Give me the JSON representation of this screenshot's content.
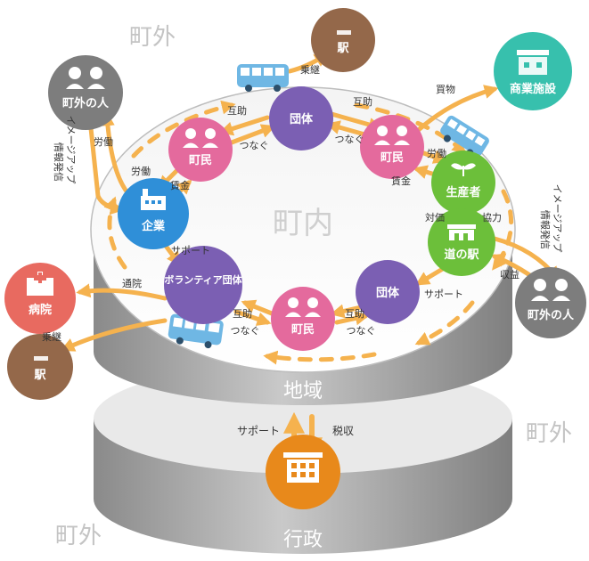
{
  "regions": {
    "outside_top": "町外",
    "outside_right": "町外",
    "outside_bottom": "町外",
    "inside": "町内",
    "community_layer": "地域",
    "government_layer": "行政"
  },
  "nodes": {
    "station_top": "駅",
    "station_bottom": "駅",
    "shopping": "商業施設",
    "outsider_left": "町外の人",
    "outsider_right": "町外の人",
    "hospital": "病院",
    "company": "企業",
    "volunteer": "ボランティア団体",
    "residents_top": "町民",
    "residents_right": "町民",
    "residents_bottom": "町民",
    "group_top": "団体",
    "group_right": "団体",
    "producer": "生産者",
    "roadside_station": "道の駅"
  },
  "edges": {
    "transfer_top": "乗継",
    "transfer_bottom": "乗継",
    "shopping_trip": "買物",
    "mutual_aid_1": "互助",
    "mutual_aid_2": "互助",
    "mutual_aid_3": "互助",
    "mutual_aid_4": "互助",
    "connect_1": "つなぐ",
    "connect_2": "つなぐ",
    "connect_3": "つなぐ",
    "connect_4": "つなぐ",
    "labor_1": "労働",
    "labor_2": "労働",
    "labor_3": "労働",
    "wages_1": "賃金",
    "wages_2": "賃金",
    "image_up_left": "イメージアップ",
    "info_left": "情報発信",
    "image_up_right": "イメージアップ",
    "info_right": "情報発信",
    "payment": "対価",
    "cooperation": "協力",
    "support_1": "サポート",
    "support_2": "サポート",
    "support_gov": "サポート",
    "revenue": "収益",
    "tax": "税収",
    "hospital_visit": "通院"
  },
  "colors": {
    "orange_arrow": "#f5b24e",
    "group_purple": "#7b5fb3",
    "residents_pink": "#e46a9d",
    "company_blue": "#2f8fd8",
    "green": "#6cbf3a",
    "station_brown": "#94684a",
    "person_gray": "#7d7d7d",
    "shop_teal": "#37c0ad",
    "hospital_red": "#e86a60",
    "gov_orange": "#e8891b"
  }
}
